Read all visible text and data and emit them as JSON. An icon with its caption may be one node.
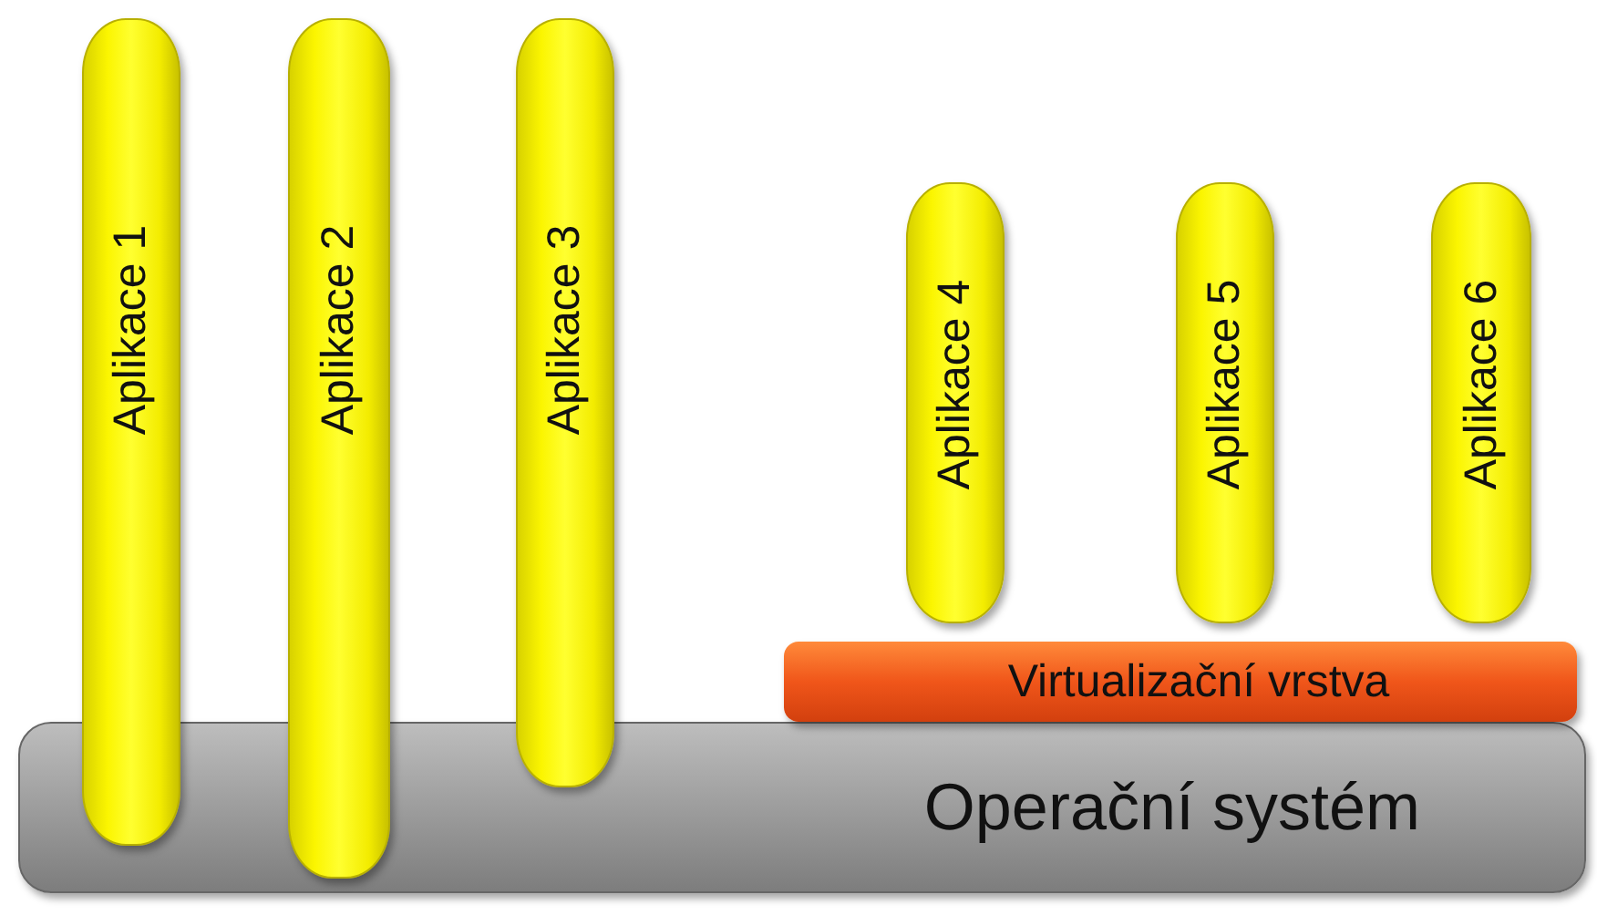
{
  "diagram": {
    "nodes": [
      {
        "text": [
          "Aplikace 1"
        ]
      },
      {
        "text": [
          "Aplikace 2"
        ]
      },
      {
        "text": [
          "Aplikace 3"
        ]
      },
      {
        "text": [
          "Aplikace 4"
        ]
      },
      {
        "text": [
          "Aplikace 5"
        ]
      },
      {
        "text": [
          "Aplikace 6"
        ]
      },
      {
        "text": [
          "Virtualizační vrstva"
        ]
      },
      {
        "text": [
          "Operační systém"
        ]
      }
    ]
  }
}
